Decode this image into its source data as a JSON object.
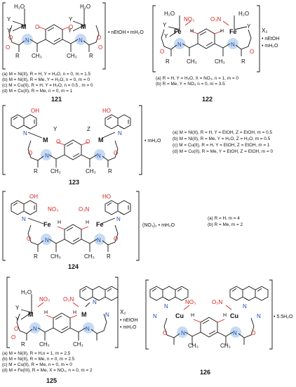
{
  "compounds": {
    "c121": {
      "number": "121",
      "solvate": "• nEtOH • mH₂O",
      "variants": [
        "(a) M = Ni(II), R = H, Y = H₂O, n = 0, m = 1.5",
        "(b) M = Ni(II), R = Me, Y = H₂O, n = 0, m = 0",
        "(c) M = Cu(II), R = H, Y = H₂O, n = 0.5 , m = 0",
        "(d) M = Cu(II), R = Me, n = 0, m = 1"
      ]
    },
    "c122": {
      "number": "122",
      "counterion": "X₂",
      "solvate1": "• nEtOH",
      "solvate2": "• mH₂O",
      "variants": [
        "(a) R = H, Y = H₂O, X = NO₃, n = 1, m = 0",
        "(b) R = Me, Y = NO₃ n = 0, m = 3.5"
      ]
    },
    "c123": {
      "number": "123",
      "solvate": "• mH₂O",
      "variants": [
        "(a) M = Ni(II), R = H, Y = EtOH, Z = EtOH, m = 0.5",
        "(b) M = Ni(II), R = Me, Y = H₂O, Z = H₂O, m = 0.5",
        "(c) M = Cu(II), R = H, Y = EtOH, Z = EtOH, m = 1",
        "(d) M = Cu(II), R = Me, Y = EtOH, Z = EtOH, m = 0"
      ]
    },
    "c124": {
      "number": "124",
      "solvate": "(NO₃)₂ • mH₂O",
      "variants": [
        "(a) R = H, m = 4",
        "(b) R = Me, m = 2"
      ]
    },
    "c125": {
      "number": "125",
      "counterion": "X₂",
      "solvate1": "• nEtOH",
      "solvate2": "• mH₂O",
      "variants": [
        "(a) M = Ni(II), R = H,n = 1, m = 2.5",
        "(b) M = Ni(II), R = Me, n = 0, m = 2.5",
        "(c) M = Cu(II), R = Me, n = 0, m = 0",
        "(d) M = Fe(III), R = Me, X = NO₃, n = 0, m = 2"
      ]
    },
    "c126": {
      "number": "126",
      "solvate": "• 5.5H₂O"
    }
  },
  "atoms": {
    "metal": "M",
    "iron": "Fe",
    "copper": "Cu",
    "water": "H₂O",
    "nitrate": "NO₃",
    "nitrate_rev": "O₃N",
    "hydroxyl": "OH",
    "hydroxyl_rev": "HO",
    "y": "Y",
    "z": "Z",
    "r": "R",
    "methyl": "CH₃",
    "oxygen": "O",
    "nitrogen": "N",
    "hydrogen": "H"
  },
  "colors": {
    "oxygen": "#d62020",
    "nitrogen": "#2a4db5",
    "highlight": "#bcd5ef"
  }
}
